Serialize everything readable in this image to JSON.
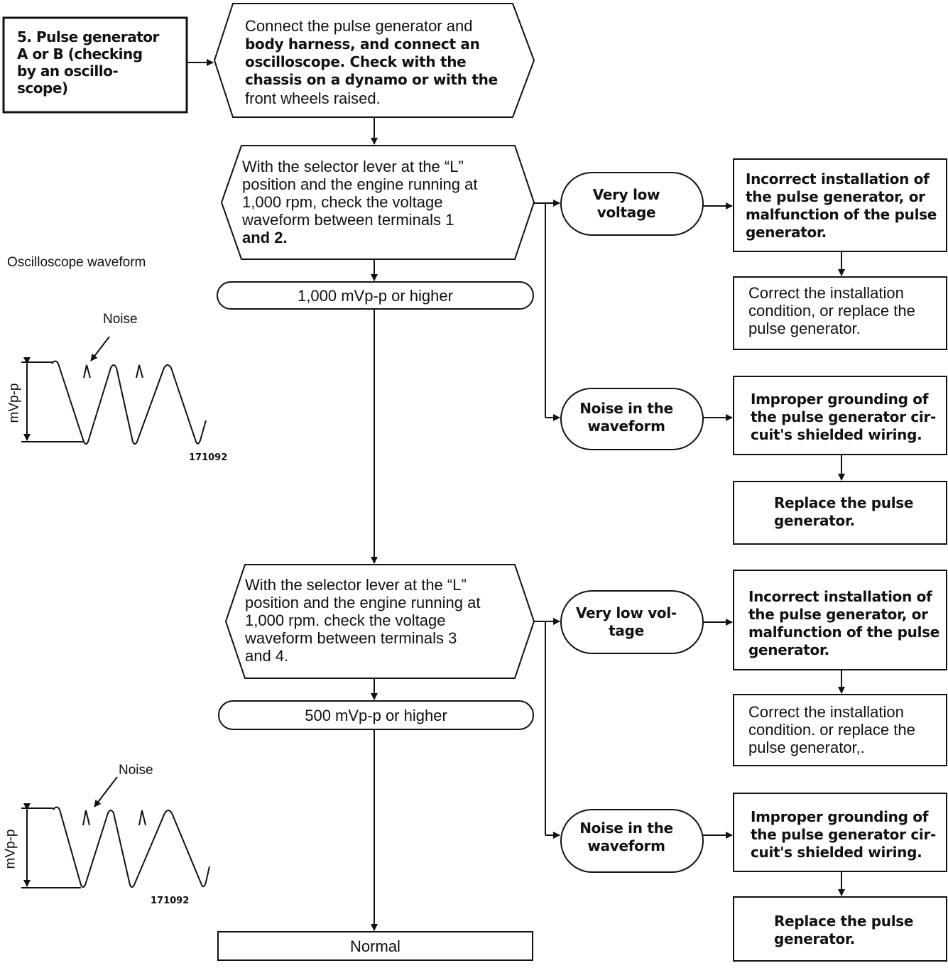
{
  "start": {
    "label": "5. Pulse generator\nA or B (checking\nby an oscillo-\nscope)"
  },
  "step_connect": {
    "line1": "Connect the pulse generator and",
    "rest": "body harness, and connect an\noscilloscope. Check with the\nchassis on a dynamo or with the",
    "last": "front wheels raised."
  },
  "check1": {
    "text": "With the selector lever at the “L”\nposition and the engine running at\n1,000 rpm, check the voltage\nwaveform between terminals 1",
    "tail": "and 2."
  },
  "result1": {
    "label": "1,000 mVp-p or higher"
  },
  "branch1_low": {
    "label": "Very low\nvoltage",
    "cause": "Incorrect installation of\nthe pulse generator, or\nmalfunction of the pulse\ngenerator.",
    "fix": "Correct the installation\ncondition, or replace the\npulse generator."
  },
  "branch1_noise": {
    "label": "Noise in the\nwaveform",
    "cause": "Improper grounding of\nthe pulse generator cir-\ncuit's shielded wiring.",
    "fix": "Replace the pulse\ngenerator."
  },
  "check2": {
    "text": "With the selector lever at the “L”\nposition and the engine running at\n1,000 rpm. check the voltage\nwaveform between terminals 3\nand 4."
  },
  "result2": {
    "label": "500 mVp-p or higher"
  },
  "branch2_low": {
    "label": "Very low vol-\ntage",
    "cause": "Incorrect installation of\nthe pulse generator, or\nmalfunction of the pulse\ngenerator.",
    "fix": "Correct the installation\ncondition. or replace the\npulse generator,."
  },
  "branch2_noise": {
    "label": "Noise in the\nwaveform",
    "cause": "Improper grounding of\nthe pulse generator cir-\ncuit's shielded wiring.",
    "fix": "Replace the pulse\ngenerator."
  },
  "final": {
    "label": "Normal"
  },
  "waveform1": {
    "caption": "Oscilloscope waveform",
    "noise_label": "Noise",
    "y_label": "mVp-p",
    "fig_number": "171092"
  },
  "waveform2": {
    "noise_label": "Noise",
    "y_label": "mVp-p",
    "fig_number": "171092"
  }
}
